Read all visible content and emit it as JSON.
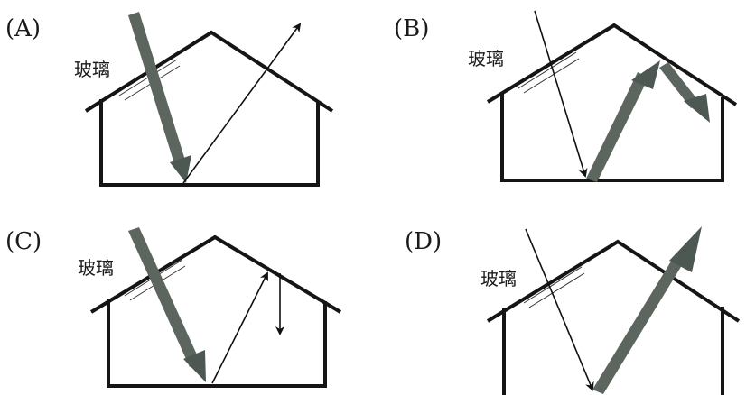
{
  "panels": [
    {
      "id": "A",
      "label": "(A)",
      "glass_label": "玻璃"
    },
    {
      "id": "B",
      "label": "(B)",
      "glass_label": "玻璃"
    },
    {
      "id": "C",
      "label": "(C)",
      "glass_label": "玻璃"
    },
    {
      "id": "D",
      "label": "(D)",
      "glass_label": "玻璃"
    }
  ],
  "colors": {
    "outline": "#151515",
    "thick_arrow": "#5c665f",
    "background": "#ffffff"
  }
}
